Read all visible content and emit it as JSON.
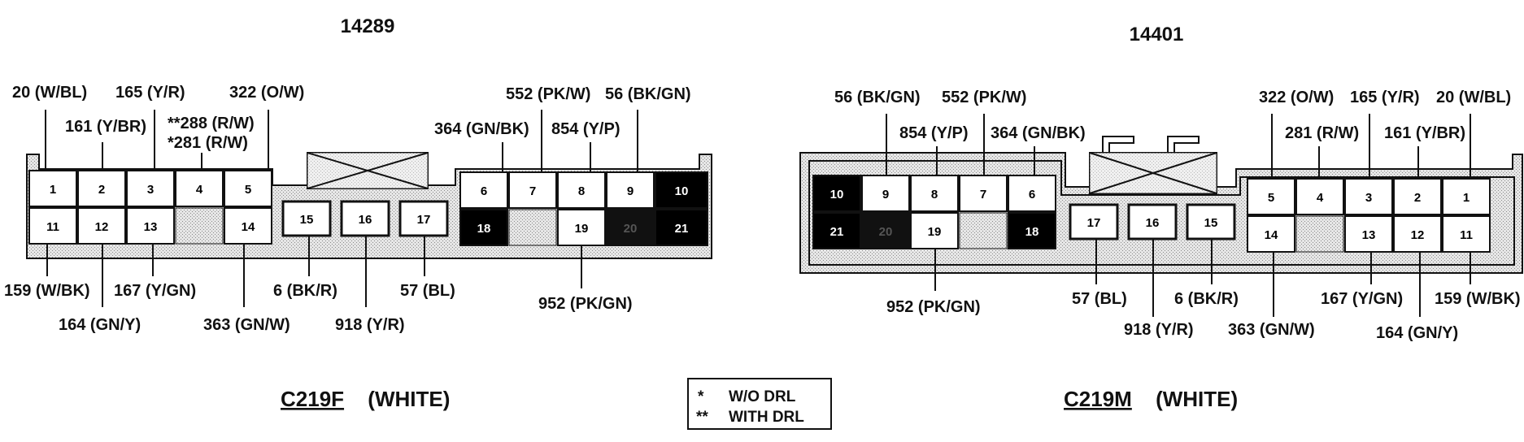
{
  "connector_f": {
    "part_number": "14289",
    "name": "C219F",
    "color": "(WHITE)",
    "pins_top": [
      "1",
      "2",
      "3",
      "4",
      "5",
      "6",
      "7",
      "8",
      "9",
      "10"
    ],
    "pins_mid": [
      "15",
      "16",
      "17"
    ],
    "pins_bottom": [
      "11",
      "12",
      "13",
      "14",
      "18",
      "19",
      "20",
      "21"
    ],
    "wires": {
      "p1": "20 (W/BL)",
      "p2": "161 (Y/BR)",
      "p3": "165 (Y/R)",
      "p4a": "**288 (R/W)",
      "p4b": "*281 (R/W)",
      "p5": "322 (O/W)",
      "p6": "364 (GN/BK)",
      "p7": "552 (PK/W)",
      "p8": "854 (Y/P)",
      "p9": "56 (BK/GN)",
      "p11": "159 (W/BK)",
      "p12": "164 (GN/Y)",
      "p13": "167 (Y/GN)",
      "p14": "363 (GN/W)",
      "p15": "6 (BK/R)",
      "p16": "918 (Y/R)",
      "p17": "57 (BL)",
      "p19": "952 (PK/GN)"
    }
  },
  "connector_m": {
    "part_number": "14401",
    "name": "C219M",
    "color": "(WHITE)",
    "wires": {
      "p9": "56 (BK/GN)",
      "p7": "552 (PK/W)",
      "p8": "854 (Y/P)",
      "p6": "364 (GN/BK)",
      "p5": "322 (O/W)",
      "p4": "281 (R/W)",
      "p3": "165 (Y/R)",
      "p2": "161 (Y/BR)",
      "p1": "20 (W/BL)",
      "p19": "952 (PK/GN)",
      "p17": "57 (BL)",
      "p16": "918 (Y/R)",
      "p15": "6 (BK/R)",
      "p14": "363 (GN/W)",
      "p13": "167 (Y/GN)",
      "p12": "164 (GN/Y)",
      "p11": "159 (W/BK)"
    }
  },
  "legend": {
    "line1_mark": "*",
    "line1_text": "W/O DRL",
    "line2_mark": "**",
    "line2_text": "WITH DRL"
  }
}
